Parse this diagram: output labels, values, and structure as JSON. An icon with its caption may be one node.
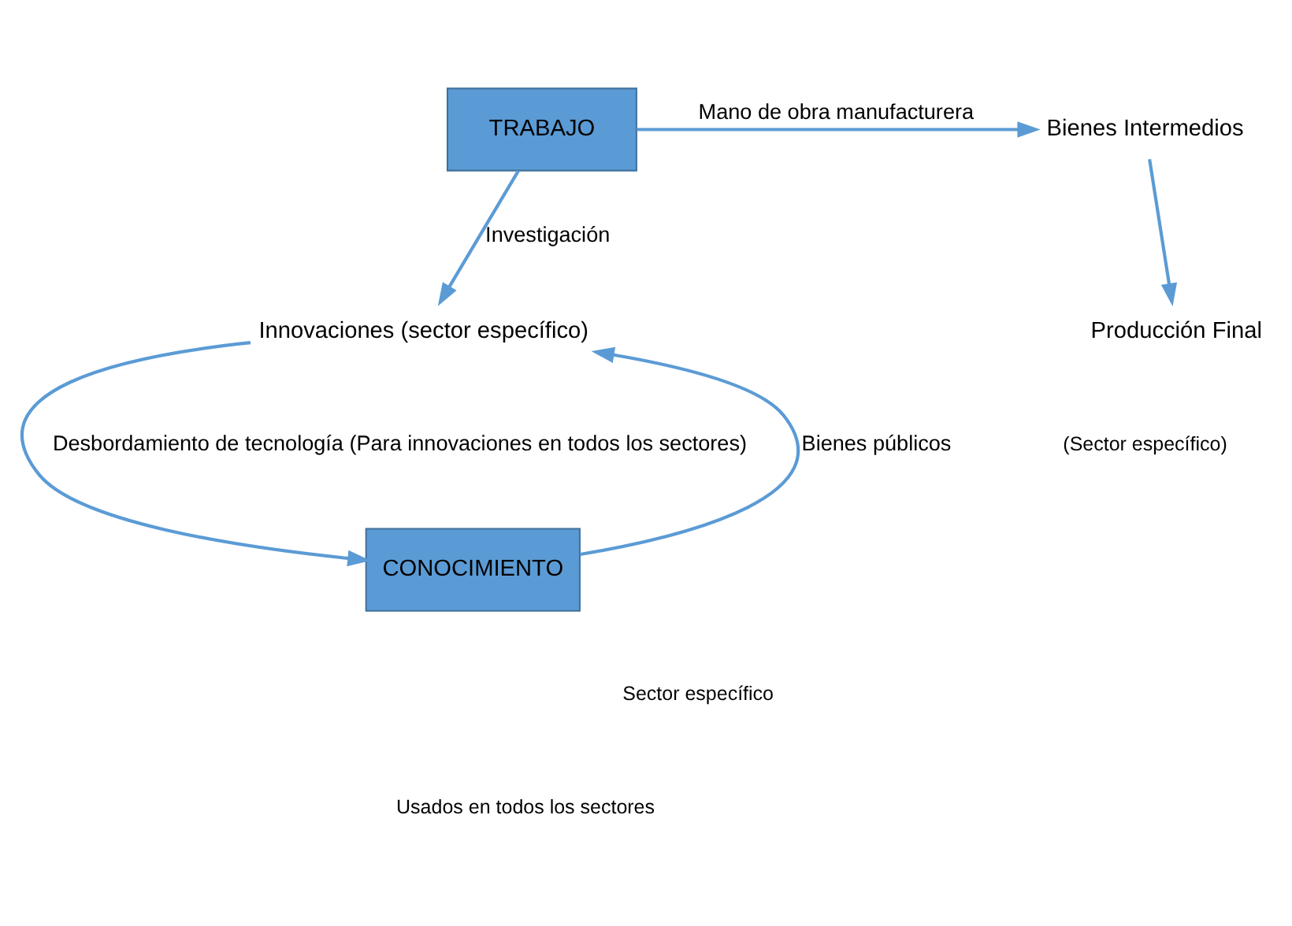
{
  "diagram": {
    "nodes": [
      {
        "text": [
          "TRABAJO"
        ]
      },
      {
        "text": [
          "Bienes Intermedios"
        ]
      },
      {
        "text": [
          "Producción Final"
        ]
      },
      {
        "text": [
          "Innovaciones (sector específico)"
        ]
      },
      {
        "text": [
          "CONOCIMIENTO"
        ]
      }
    ],
    "edges": [
      {
        "from": 0,
        "to": 1,
        "arrow": "to",
        "label": "Mano de obra manufacturera"
      },
      {
        "from": 1,
        "to": 2,
        "arrow": "to"
      },
      {
        "from": 0,
        "to": 3,
        "arrow": "to",
        "label": "Investigación"
      },
      {
        "from": 4,
        "to": 3,
        "arrow": "to",
        "label": "Bienes públicos"
      },
      {
        "from": 3,
        "to": 4,
        "arrow": "to",
        "label": "Desbordamiento de tecnología (Para innovaciones en todos los sectores)"
      }
    ],
    "labels": [
      "(Sector específico)",
      "Sector específico",
      "Usados en todos los sectores"
    ]
  }
}
